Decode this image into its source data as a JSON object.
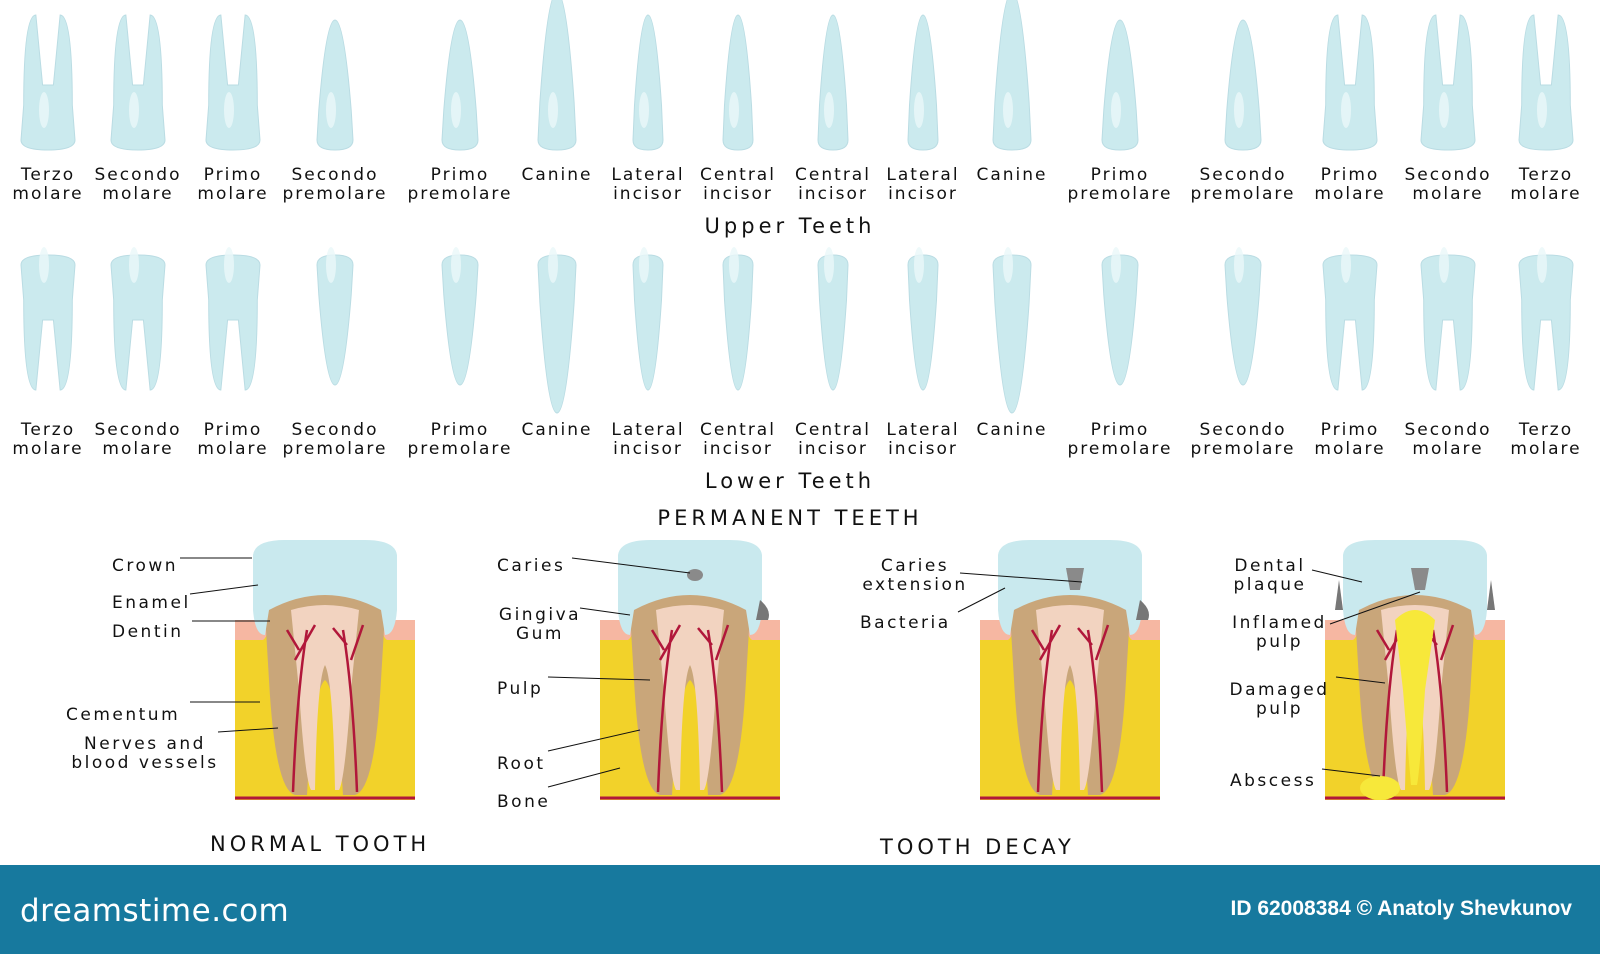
{
  "upper_labels": [
    [
      "Terzo",
      "molare"
    ],
    [
      "Secondo",
      "molare"
    ],
    [
      "Primo",
      "molare"
    ],
    [
      "Secondo",
      "premolare"
    ],
    [
      "Primo",
      "premolare"
    ],
    [
      "Canine",
      ""
    ],
    [
      "Lateral",
      "incisor"
    ],
    [
      "Central",
      "incisor"
    ],
    [
      "Central",
      "incisor"
    ],
    [
      "Lateral",
      "incisor"
    ],
    [
      "Canine",
      ""
    ],
    [
      "Primo",
      "premolare"
    ],
    [
      "Secondo",
      "premolare"
    ],
    [
      "Primo",
      "molare"
    ],
    [
      "Secondo",
      "molare"
    ],
    [
      "Terzo",
      "molare"
    ]
  ],
  "lower_labels": [
    [
      "Terzo",
      "molare"
    ],
    [
      "Secondo",
      "molare"
    ],
    [
      "Primo",
      "molare"
    ],
    [
      "Secondo",
      "premolare"
    ],
    [
      "Primo",
      "premolare"
    ],
    [
      "Canine",
      ""
    ],
    [
      "Lateral",
      "incisor"
    ],
    [
      "Central",
      "incisor"
    ],
    [
      "Central",
      "incisor"
    ],
    [
      "Lateral",
      "incisor"
    ],
    [
      "Canine",
      ""
    ],
    [
      "Primo",
      "premolare"
    ],
    [
      "Secondo",
      "premolare"
    ],
    [
      "Primo",
      "molare"
    ],
    [
      "Secondo",
      "molare"
    ],
    [
      "Terzo",
      "molare"
    ]
  ],
  "upper_title": "Upper Teeth",
  "lower_title": "Lower Teeth",
  "main_title": "PERMANENT TEETH",
  "normal_tooth": {
    "caption": "NORMAL TOOTH",
    "crown": "Crown",
    "enamel": "Enamel",
    "dentin": "Dentin",
    "cementum": "Cementum",
    "nerves_1": "Nerves and",
    "nerves_2": "blood vessels"
  },
  "tooth2": {
    "caries": "Caries",
    "gingiva_1": "Gingiva",
    "gingiva_2": "Gum",
    "pulp": "Pulp",
    "root": "Root",
    "bone": "Bone"
  },
  "tooth_decay": {
    "caption": "TOOTH DECAY",
    "caries_ext_1": "Caries",
    "caries_ext_2": "extension",
    "bacteria": "Bacteria"
  },
  "tooth4": {
    "plaque_1": "Dental",
    "plaque_2": "plaque",
    "inflamed_1": "Inflamed",
    "inflamed_2": "pulp",
    "damaged_1": "Damaged",
    "damaged_2": "pulp",
    "abscess": "Abscess"
  },
  "footer": {
    "brand": "dreamstime.com",
    "credit": "ID 62008384 © Anatoly Shevkunov"
  },
  "colors": {
    "enamel": "#c9e9ee",
    "dentin": "#c9a67a",
    "pulp": "#f2d3c0",
    "bone": "#f2d22a",
    "gum": "#f6b7a2",
    "vessel": "#b1173a",
    "footer": "#17799e"
  }
}
